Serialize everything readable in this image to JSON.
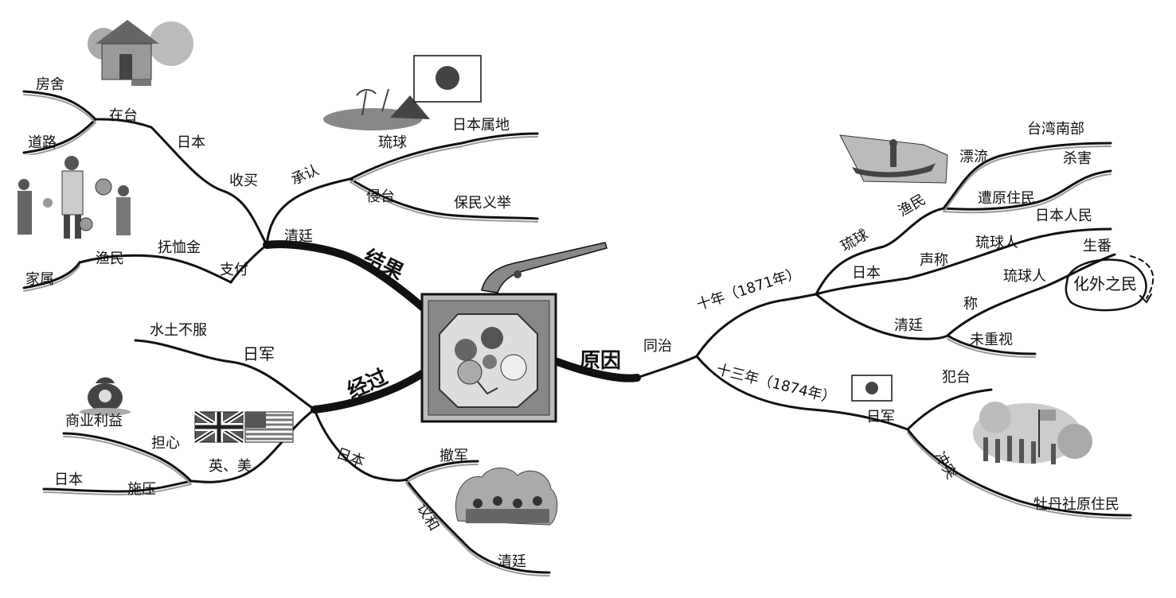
{
  "center": {
    "icon": "flower-tile-icon",
    "weapon": "musket-icon"
  },
  "branches": {
    "result": {
      "title": "结果",
      "qing": "清廷",
      "recognize": "承认",
      "ryukyu": "琉球",
      "japan_territory": "日本属地",
      "invade": "侵台",
      "protect": "保民义举",
      "pay": "支付",
      "relief_fund": "抚恤金",
      "fishermen": "渔民",
      "family": "家属",
      "buyout": "收买",
      "japan": "日本",
      "in_taiwan": "在台",
      "houses": "房舍",
      "roads": "道路"
    },
    "process": {
      "title": "经过",
      "japan_army": "日军",
      "acclimatize": "水土不服",
      "uk_us": "英、美",
      "worry": "担心",
      "commercial": "商业利益",
      "pressure": "施压",
      "japan2": "日本",
      "japan3": "日本",
      "withdraw": "撤军",
      "peace": "议和",
      "qing2": "清廷"
    },
    "cause": {
      "title": "原因",
      "tongzhi": "同治",
      "year10": "十年（1871年）",
      "ryukyu2": "琉球",
      "fishermen2": "渔民",
      "drift": "漂流",
      "south_taiwan": "台湾南部",
      "meet_natives": "遭原住民",
      "killed": "杀害",
      "japan4": "日本",
      "claim": "声称",
      "ryukyuans": "琉球人",
      "japanese": "日本人民",
      "qing3": "清廷",
      "call": "称",
      "ryukyuans2": "琉球人",
      "raw_fan": "生番",
      "outside": "化外之民",
      "ignored": "未重视",
      "year13": "十三年（1874年）",
      "japan_army2": "日军",
      "attack_taiwan": "犯台",
      "conflict": "冲突",
      "mudan": "牡丹社原住民"
    }
  },
  "pictures": {
    "house": "house-icon",
    "bribe": "bribe-people-icon",
    "island": "island-icon",
    "japan_flag": "japan-flag-icon",
    "money_bag": "money-bag-icon",
    "uk_flag": "uk-flag-icon",
    "us_flag": "us-flag-icon",
    "meeting": "meeting-icon",
    "boat": "fishing-boat-icon",
    "japan_flag2": "japan-flag-icon",
    "battle": "battle-troops-icon"
  },
  "colors": {
    "line": "#111111",
    "light_line": "#999999",
    "flag_red": "#444444",
    "tile": "#888888"
  }
}
